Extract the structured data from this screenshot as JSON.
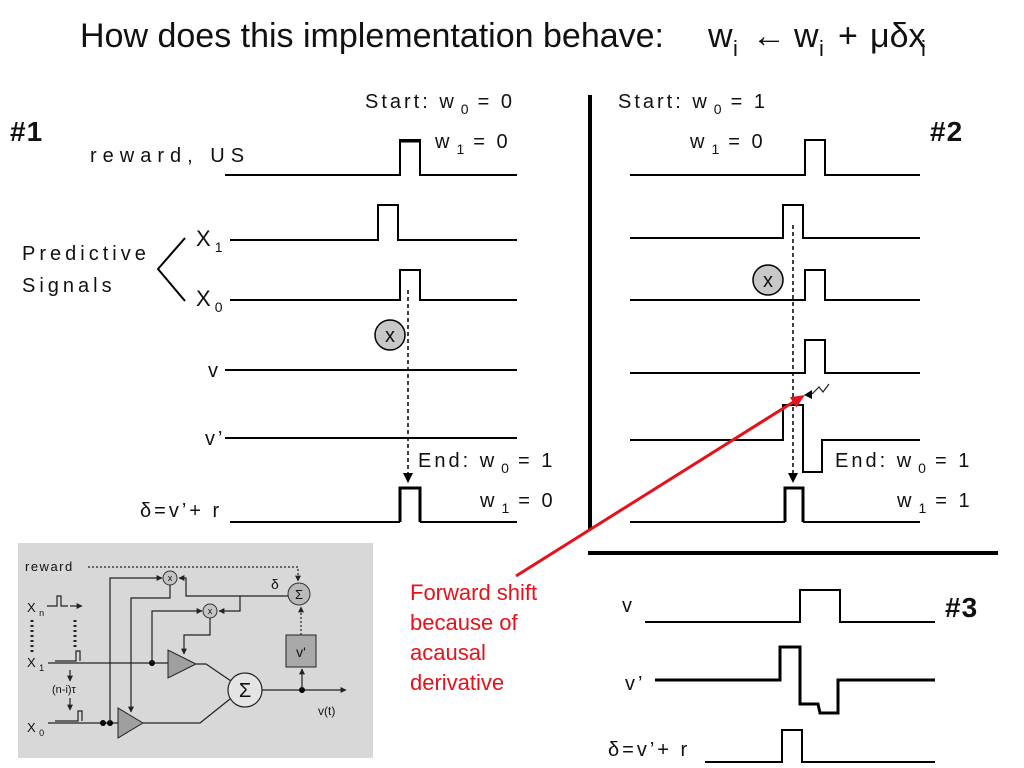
{
  "title": {
    "question": "How does this implementation behave:",
    "formula": {
      "w_lhs": "w",
      "i_lhs": "i",
      "arrow": "←",
      "w_rhs": "w",
      "i_rhs": "i",
      "plus": "+",
      "mu_delta_x": "μδx",
      "i_x": "i"
    }
  },
  "panel1": {
    "number": "#1",
    "start_w0": {
      "prefix": "Start: w",
      "sub": "0",
      "value": "= 0"
    },
    "start_w1": {
      "prefix": "w",
      "sub": "1",
      "value": "= 0"
    },
    "reward_label": "reward, US",
    "predictive_label": {
      "line1": "Predictive",
      "line2": "Signals"
    },
    "x1_label": {
      "letter": "X",
      "sub": "1"
    },
    "x0_label": {
      "letter": "X",
      "sub": "0"
    },
    "multiply_symbol": "x",
    "v_label": "v",
    "v_prime_label": "v’",
    "end_w0": {
      "prefix": "End: w",
      "sub": "0",
      "value": "= 1"
    },
    "end_w1": {
      "prefix": "w",
      "sub": "1",
      "value": "= 0"
    },
    "delta_label": "δ=v’+ r"
  },
  "panel2": {
    "number": "#2",
    "start_w0": {
      "prefix": "Start: w",
      "sub": "0",
      "value": "= 1"
    },
    "start_w1": {
      "prefix": "w",
      "sub": "1",
      "value": "= 0"
    },
    "multiply_symbol": "x",
    "end_w0": {
      "prefix": "End: w",
      "sub": "0",
      "value": "= 1"
    },
    "end_w1": {
      "prefix": "w",
      "sub": "1",
      "value": "= 1"
    }
  },
  "annotation": {
    "lines": [
      "Forward shift",
      "because of",
      "acausal",
      "derivative"
    ],
    "color": "#e3121b"
  },
  "panel3": {
    "number": "#3",
    "v_label": "v",
    "v_prime_label": "v’",
    "delta_label": "δ=v’+ r"
  },
  "inset": {
    "reward_label": "reward",
    "xn_label": {
      "letter": "X",
      "sub": "n"
    },
    "x1_label": {
      "letter": "X",
      "sub": "1"
    },
    "x0_label": {
      "letter": "X",
      "sub": "0"
    },
    "delay_label": "(n-i)τ",
    "multiply_1": "x",
    "multiply_2": "x",
    "delta_label": "δ",
    "small_sum": "Σ",
    "derivative_label": "v'",
    "big_sum": "Σ",
    "output_label": "v(t)",
    "background": "#d8d8d8"
  }
}
